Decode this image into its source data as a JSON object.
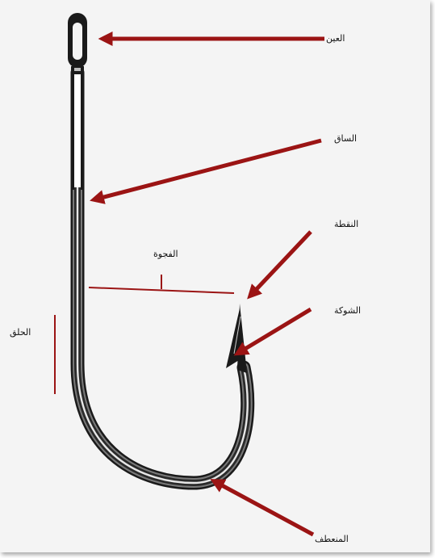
{
  "diagram": {
    "labels": {
      "eye": "العين",
      "shank": "الساق",
      "point": "النقطة",
      "gap": "الفجوة",
      "barb": "الشوكة",
      "throat": "الحلق",
      "bend": "المنعطف"
    },
    "colors": {
      "arrow": "#9b1414",
      "hook_dark": "#1a1a1a",
      "hook_mid": "#6e6e6e",
      "hook_light": "#e6e6e6",
      "background": "#f4f4f4"
    }
  }
}
